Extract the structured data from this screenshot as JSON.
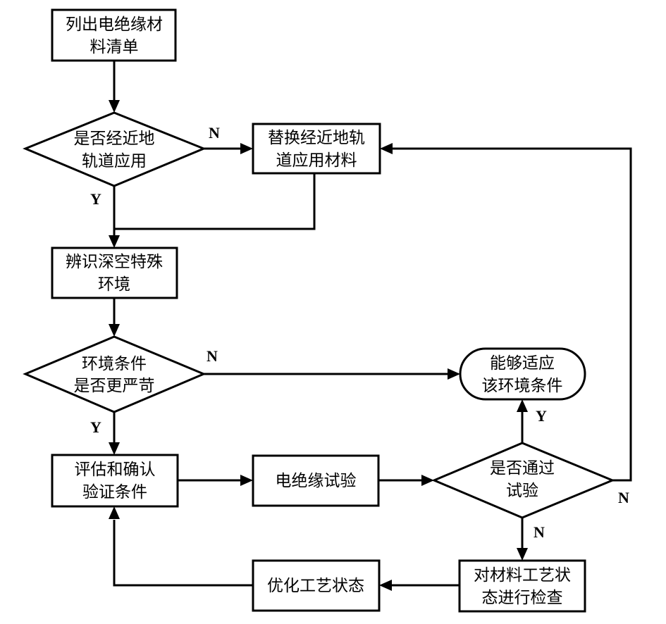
{
  "nodes": {
    "list_materials": {
      "line1": "列出电绝缘材",
      "line2": "料清单"
    },
    "leo_applied": {
      "line1": "是否经近地",
      "line2": "轨道应用"
    },
    "replace_leo": {
      "line1": "替换经近地轨",
      "line2": "道应用材料"
    },
    "identify_env": {
      "line1": "辨识深空特殊",
      "line2": "环境"
    },
    "env_harsher": {
      "line1": "环境条件",
      "line2": "是否更严苛"
    },
    "adapt_env": {
      "line1": "能够适应",
      "line2": "该环境条件"
    },
    "evaluate": {
      "line1": "评估和确认",
      "line2": "验证条件"
    },
    "insulation_test": {
      "line1": "电绝缘试验"
    },
    "test_passed": {
      "line1": "是否通过",
      "line2": "试验"
    },
    "check_process": {
      "line1": "对材料工艺状",
      "line2": "态进行检查"
    },
    "optimize": {
      "line1": "优化工艺状态"
    }
  },
  "edge_labels": {
    "leo_no": "N",
    "leo_yes": "Y",
    "env_no": "N",
    "env_yes": "Y",
    "pass_yes": "Y",
    "pass_no_down": "N",
    "pass_no_right": "N"
  }
}
